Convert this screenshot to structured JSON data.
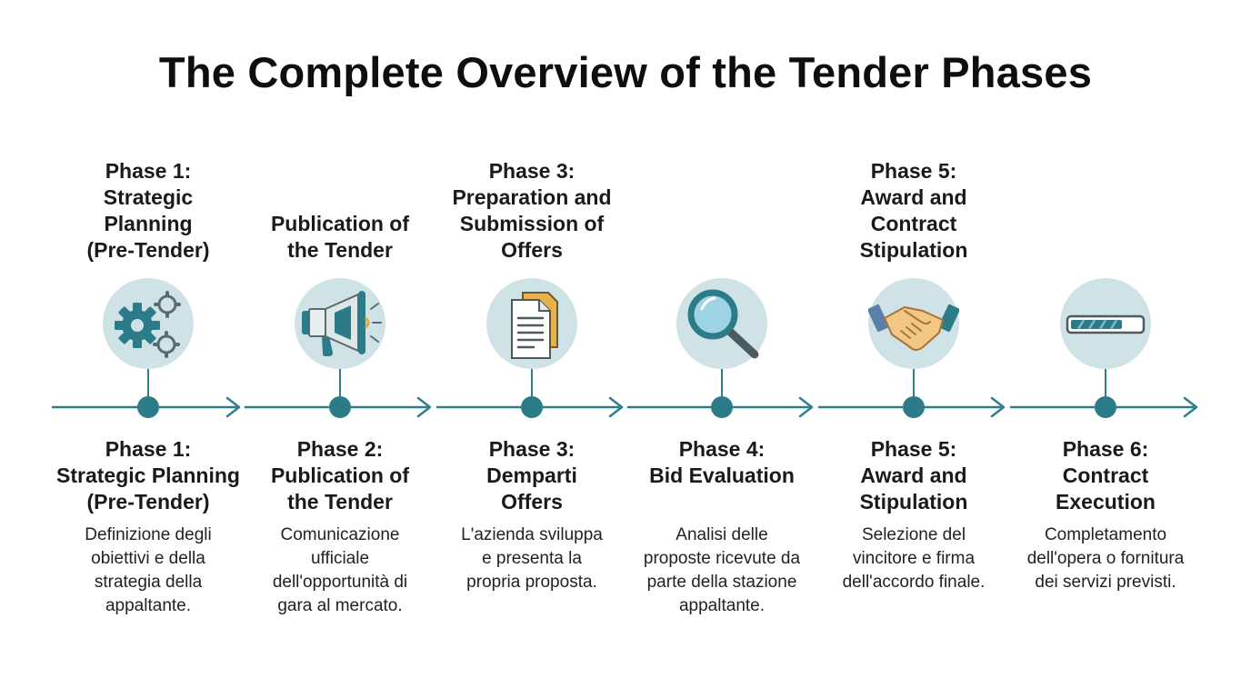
{
  "title": "The Complete Overview of the Tender Phases",
  "colors": {
    "accent": "#2c7b88",
    "icon_circle": "#cfe3e6",
    "text": "#111111"
  },
  "phases": [
    {
      "top_label": "Phase 1:\nStrategic\nPlanning\n(Pre-Tender)",
      "icon": "gears-icon",
      "bottom_label": "Phase 1:\nStrategic Planning\n(Pre-Tender)",
      "description": "Definizione degli\nobiettivi e della\nstrategia della\nappaltante."
    },
    {
      "top_label": "Publication of\nthe Tender",
      "icon": "megaphone-icon",
      "bottom_label": "Phase 2:\nPublication of\nthe Tender",
      "description": "Comunicazione\nufficiale\ndell'opportunità di\ngara al mercato."
    },
    {
      "top_label": "Phase 3:\nPreparation and\nSubmission of\nOffers",
      "icon": "documents-icon",
      "bottom_label": "Phase 3:\nDemparti\nOffers",
      "description": "L'azienda sviluppa\ne presenta la\npropria  proposta."
    },
    {
      "top_label": "",
      "icon": "magnifier-icon",
      "bottom_label": "Phase 4:\nBid Evaluation",
      "description": "Analisi delle\nproposte ricevute da\nparte della stazione\nappaltante."
    },
    {
      "top_label": "Phase 5:\nAward and\nContract\nStipulation",
      "icon": "handshake-icon",
      "bottom_label": "Phase 5:\nAward and\nStipulation",
      "description": "Selezione del\nvincitore e firma\ndell'accordo finale."
    },
    {
      "top_label": "",
      "icon": "progress-bar-icon",
      "bottom_label": "Phase 6:\nContract\nExecution",
      "description": "Completamento\ndell'opera o fornitura\ndei servizi previsti."
    }
  ]
}
